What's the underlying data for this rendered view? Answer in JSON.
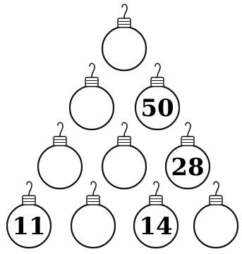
{
  "ornaments": [
    {
      "row": 1,
      "position": 1,
      "number": ""
    },
    {
      "row": 2,
      "position": 1,
      "number": ""
    },
    {
      "row": 2,
      "position": 2,
      "number": "50"
    },
    {
      "row": 3,
      "position": 1,
      "number": ""
    },
    {
      "row": 3,
      "position": 2,
      "number": ""
    },
    {
      "row": 3,
      "position": 3,
      "number": "28"
    },
    {
      "row": 4,
      "position": 1,
      "number": "11"
    },
    {
      "row": 4,
      "position": 2,
      "number": ""
    },
    {
      "row": 4,
      "position": 3,
      "number": "14"
    },
    {
      "row": 4,
      "position": 4,
      "number": ""
    }
  ]
}
